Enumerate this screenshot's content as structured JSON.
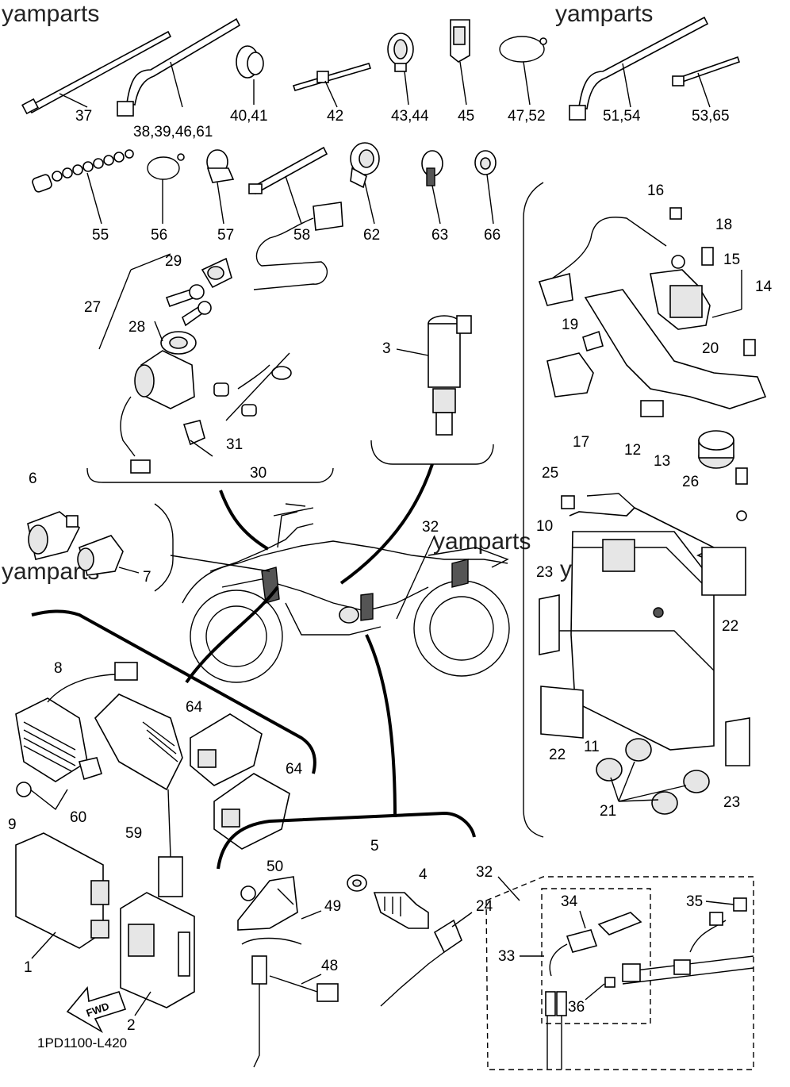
{
  "watermarks": [
    "yamparts",
    "yamparts",
    "yamparts",
    "yamparts",
    "yamparts"
  ],
  "diagram_code": "1PD1100-L420",
  "fwd_arrow_label": "FWD",
  "callouts": {
    "c37": "37",
    "c38": "38,39,46,61",
    "c40": "40,41",
    "c42": "42",
    "c43": "43,44",
    "c45": "45",
    "c47": "47,52",
    "c51": "51,54",
    "c53": "53,65",
    "c55": "55",
    "c56": "56",
    "c57": "57",
    "c58": "58",
    "c62": "62",
    "c63": "63",
    "c66": "66",
    "c29": "29",
    "c27": "27",
    "c28": "28",
    "c31": "31",
    "c30": "30",
    "c3": "3",
    "c16": "16",
    "c18": "18",
    "c15": "15",
    "c14": "14",
    "c19": "19",
    "c20": "20",
    "c17": "17",
    "c12": "12",
    "c13": "13",
    "c25": "25",
    "c26": "26",
    "c10": "10",
    "c23a": "23",
    "c22a": "22",
    "c22b": "22",
    "c11": "11",
    "c21": "21",
    "c23b": "23",
    "c6": "6",
    "c7": "7",
    "c32a": "32",
    "c8": "8",
    "c64a": "64",
    "c64b": "64",
    "c9": "9",
    "c60": "60",
    "c59": "59",
    "c1": "1",
    "c2": "2",
    "c5": "5",
    "c50": "50",
    "c4": "4",
    "c49": "49",
    "c24": "24",
    "c48": "48",
    "c32b": "32",
    "c34": "34",
    "c35": "35",
    "c33": "33",
    "c36": "36"
  }
}
